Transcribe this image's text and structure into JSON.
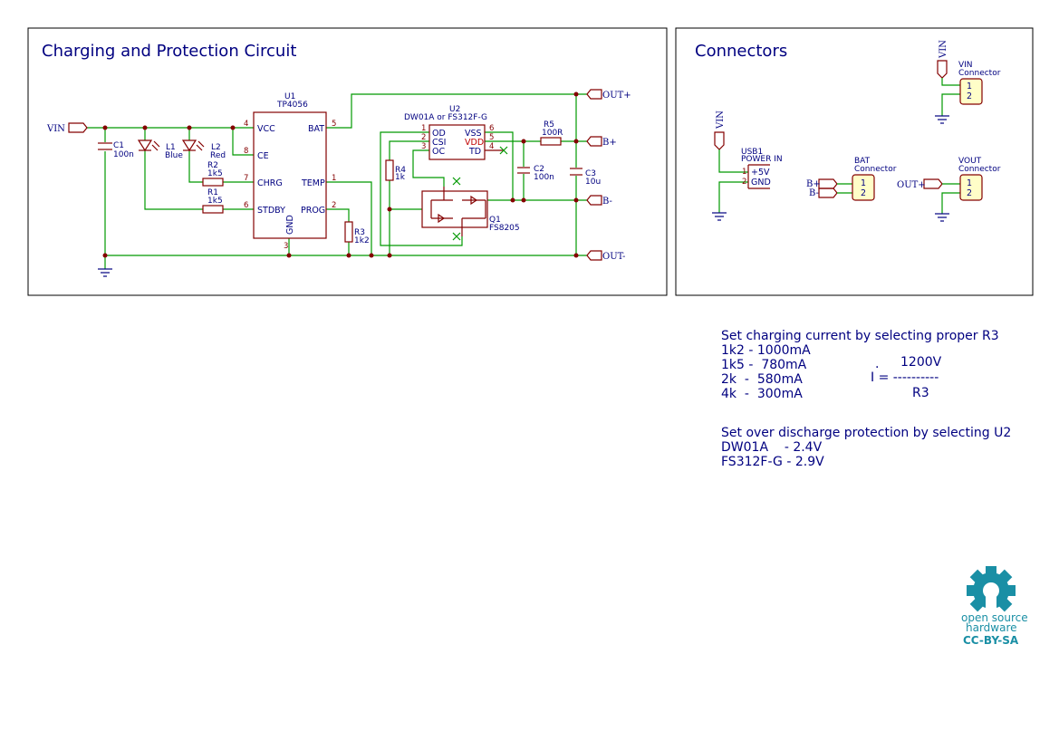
{
  "sections": {
    "charging": "Charging and Protection Circuit",
    "connectors": "Connectors"
  },
  "components": {
    "u1": {
      "ref": "U1",
      "value": "TP4056",
      "pins": {
        "vcc": "VCC",
        "ce": "CE",
        "chrg": "CHRG",
        "stdby": "STDBY",
        "bat": "BAT",
        "temp": "TEMP",
        "prog": "PROG",
        "gnd": "GND"
      },
      "pin_numbers": {
        "vcc": "4",
        "ce": "8",
        "chrg": "7",
        "stdby": "6",
        "bat": "5",
        "temp": "1",
        "prog": "2",
        "gnd": "3"
      }
    },
    "u2": {
      "ref": "U2",
      "value": "DW01A or FS312F-G",
      "pins": {
        "od": "OD",
        "csi": "CSI",
        "oc": "OC",
        "vss": "VSS",
        "vdd": "VDD",
        "td": "TD"
      },
      "pin_numbers": {
        "od": "1",
        "csi": "2",
        "oc": "3",
        "vss": "6",
        "vdd": "5",
        "td": "4"
      }
    },
    "c1": {
      "ref": "C1",
      "value": "100n"
    },
    "c2": {
      "ref": "C2",
      "value": "100n"
    },
    "c3": {
      "ref": "C3",
      "value": "10u"
    },
    "l1": {
      "ref": "L1",
      "value": "Blue"
    },
    "l2": {
      "ref": "L2",
      "value": "Red"
    },
    "r1": {
      "ref": "R1",
      "value": "1k5"
    },
    "r2": {
      "ref": "R2",
      "value": "1k5"
    },
    "r3": {
      "ref": "R3",
      "value": "1k2"
    },
    "r4": {
      "ref": "R4",
      "value": "1k"
    },
    "r5": {
      "ref": "R5",
      "value": "100R"
    },
    "q1": {
      "ref": "Q1",
      "value": "FS8205"
    },
    "usb1": {
      "ref": "USB1",
      "value": "POWER IN",
      "pins": {
        "p1": "+5V",
        "p2": "GND"
      },
      "pin_numbers": {
        "p1": "1",
        "p2": "2"
      }
    },
    "bat_conn": {
      "ref": "BAT",
      "value": "Connector",
      "pin_numbers": {
        "p1": "1",
        "p2": "2"
      }
    },
    "vin_conn": {
      "ref": "VIN",
      "value": "Connector",
      "pin_numbers": {
        "p1": "1",
        "p2": "2"
      }
    },
    "vout_conn": {
      "ref": "VOUT",
      "value": "Connector",
      "pin_numbers": {
        "p1": "1",
        "p2": "2"
      }
    }
  },
  "net_labels": {
    "vin": "VIN",
    "out_plus": "OUT+",
    "out_minus": "OUT-",
    "b_plus": "B+",
    "b_minus": "B-"
  },
  "notes": {
    "charging_title": "Set charging current by selecting proper R3",
    "charging_rows": [
      "1k2 - 1000mA",
      "1k5 -  780mA",
      "2k  -  580mA",
      "4k  -  300mA"
    ],
    "formula_dot": ".",
    "formula_numerator": "1200V",
    "formula_lhs": "I = ----------",
    "formula_denominator": "R3",
    "discharge_title": "Set over discharge protection by selecting U2",
    "discharge_rows": [
      "DW01A    - 2.4V",
      "FS312F-G - 2.9V"
    ]
  },
  "logo": {
    "line1": "open source",
    "line2": "hardware",
    "line3": "CC-BY-SA"
  }
}
